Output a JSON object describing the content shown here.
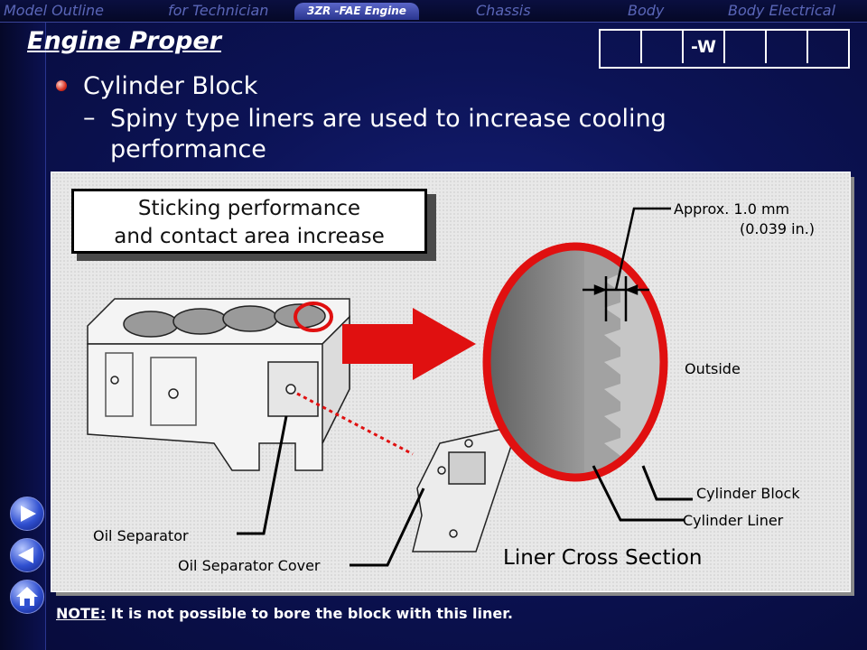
{
  "nav": {
    "items": [
      {
        "label": "Model Outline"
      },
      {
        "label": "for Technician"
      },
      {
        "label": "3ZR -FAE Engine"
      },
      {
        "label": "Chassis"
      },
      {
        "label": "Body"
      },
      {
        "label": "Body Electrical"
      }
    ],
    "active_index": 2
  },
  "page_title": "Engine Proper",
  "code_boxes": [
    "",
    "",
    "-W",
    "",
    "",
    ""
  ],
  "content": {
    "bullet1": "Cylinder Block",
    "dash": "–",
    "bullet2": "Spiny type liners are used to increase cooling performance"
  },
  "diagram": {
    "callout_line1": "Sticking performance",
    "callout_line2": "and contact area increase",
    "dim_line1": "Approx. 1.0 mm",
    "dim_line2": "(0.039 in.)",
    "outside_label": "Outside",
    "cylinder_block_label": "Cylinder Block",
    "cylinder_liner_label": "Cylinder Liner",
    "oil_separator_label": "Oil Separator",
    "oil_separator_cover_label": "Oil Separator Cover",
    "section_title": "Liner Cross Section"
  },
  "note": {
    "prefix": "NOTE:",
    "text": " It is not possible to bore the block with this liner."
  },
  "side_buttons": [
    {
      "icon": "next-arrow-icon"
    },
    {
      "icon": "back-arrow-icon"
    },
    {
      "icon": "home-icon"
    }
  ],
  "colors": {
    "background": "#0c1356",
    "highlight_red": "#e01010",
    "outside_cyan": "#ccfcff"
  }
}
